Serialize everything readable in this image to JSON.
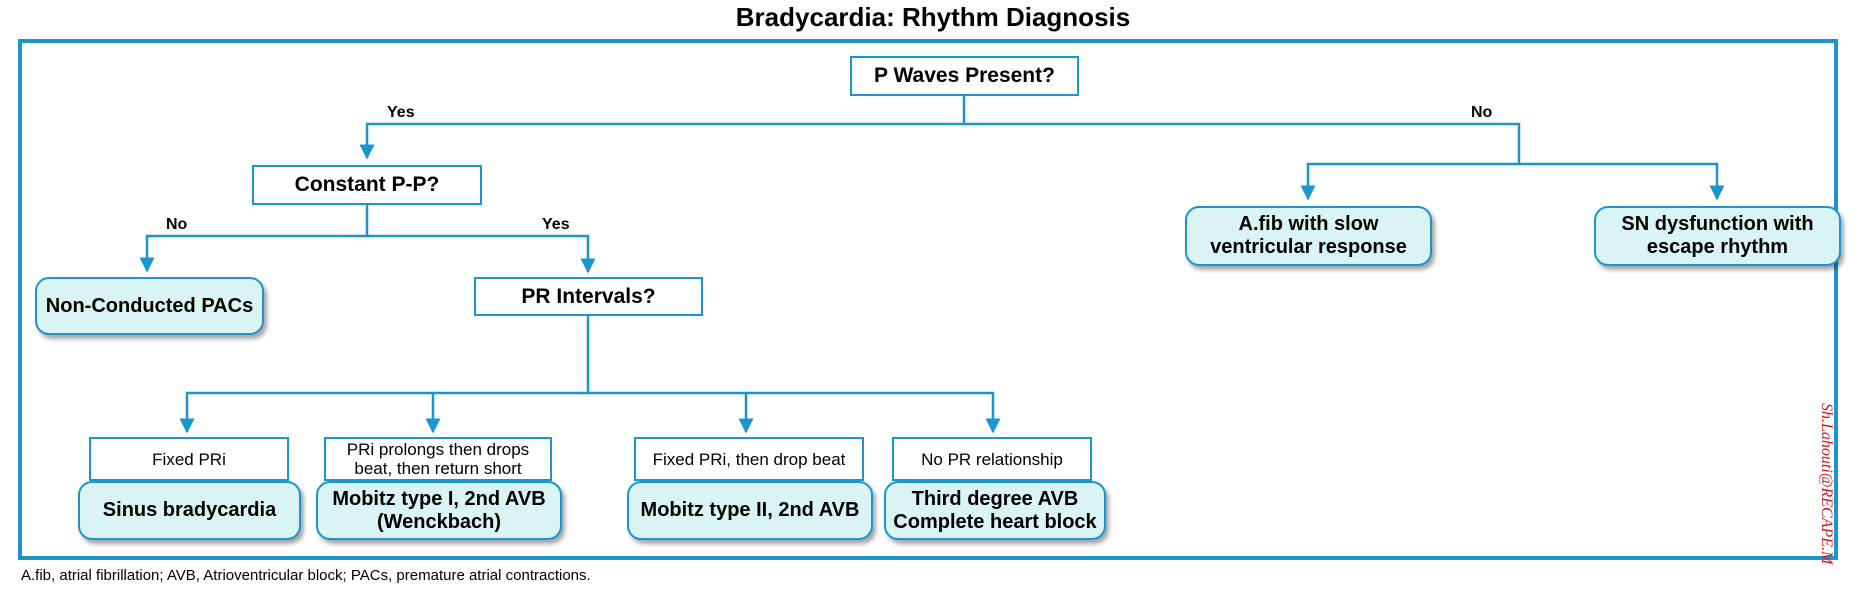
{
  "title": "Bradycardia: Rhythm Diagnosis",
  "footnote": "A.fib, atrial fibrillation; AVB, Atrioventricular block; PACs, premature atrial contractions.",
  "signature": "Sh.Lahouti@RECAPE.M",
  "colors": {
    "border": "#1b95cd",
    "diagnosis_fill": "#d9f4f2",
    "signature": "#d01818"
  },
  "labels": {
    "yes": "Yes",
    "no": "No"
  },
  "questions": {
    "p_waves": "P Waves Present?",
    "constant_pp": "Constant P-P?",
    "pr_intervals": "PR Intervals?"
  },
  "conditions": {
    "fixed_pri": "Fixed PRi",
    "pri_prolongs": "PRi prolongs then drops beat, then return short",
    "fixed_drop": "Fixed PRi, then drop beat",
    "no_pr": "No PR relationship"
  },
  "diagnoses": {
    "non_conducted_pacs": "Non-Conducted PACs",
    "afib_slow": "A.fib with slow ventricular response",
    "sn_dysfunction": "SN dysfunction with escape rhythm",
    "sinus_brady": "Sinus bradycardia",
    "mobitz_1_line1": "Mobitz type I, 2nd AVB",
    "mobitz_1_line2": "(Wenckbach)",
    "mobitz_2": "Mobitz type II, 2nd AVB",
    "third_degree_line1": "Third degree AVB",
    "third_degree_line2": "Complete heart block"
  }
}
